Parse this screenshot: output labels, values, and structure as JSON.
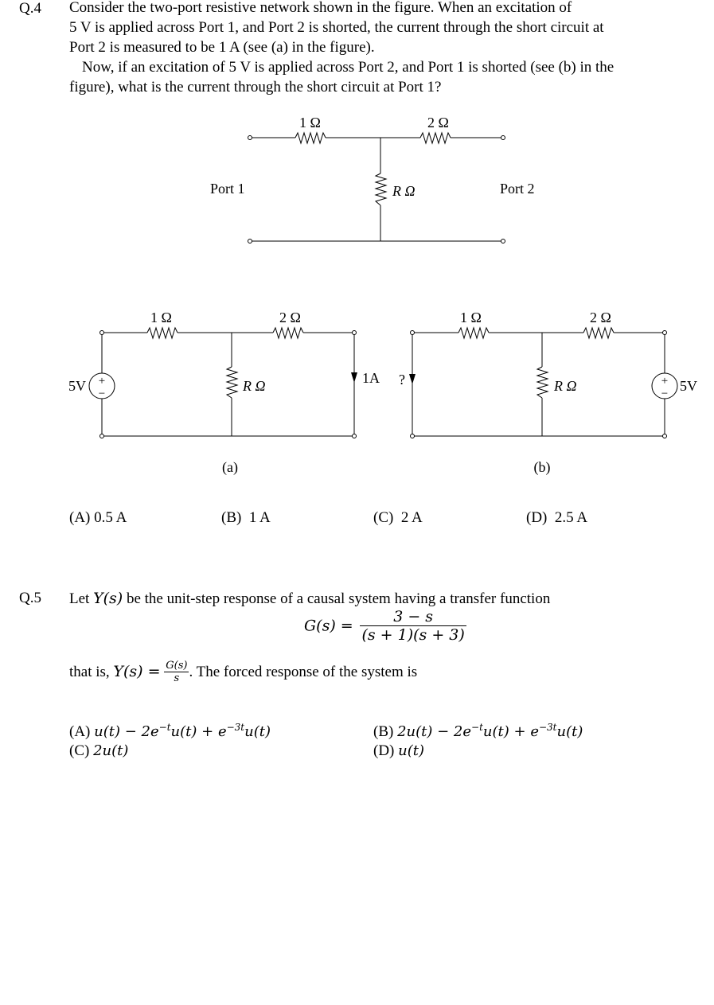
{
  "q4": {
    "number": "Q.4",
    "para1_line1": "Consider the two-port resistive network shown in the figure. When an excitation of",
    "para1_line2": "5 V is applied across Port 1, and Port 2 is shorted, the current through the short circuit at",
    "para1_line3": "Port 2 is measured to be 1 A (see (a) in the figure).",
    "para2_line1": "Now, if an excitation of 5 V is applied across Port 2, and Port 1 is shorted (see (b) in the",
    "para2_line2": "figure), what is the current through the short circuit at Port 1?",
    "figure_top": {
      "r1": "1 Ω",
      "r2": "2 Ω",
      "r3": "R Ω",
      "port1": "Port 1",
      "port2": "Port 2"
    },
    "figure_a": {
      "r1": "1 Ω",
      "r2": "2 Ω",
      "r3": "R Ω",
      "source": "5V",
      "plus": "+",
      "minus": "−",
      "current": "1A",
      "caption": "(a)"
    },
    "figure_b": {
      "r1": "1 Ω",
      "r2": "2 Ω",
      "r3": "R Ω",
      "source": "5V",
      "plus": "+",
      "minus": "−",
      "current": "?",
      "caption": "(b)"
    },
    "options": [
      {
        "label": "(A)",
        "text": "0.5 A"
      },
      {
        "label": "(B)",
        "text": "1 A"
      },
      {
        "label": "(C)",
        "text": "2 A"
      },
      {
        "label": "(D)",
        "text": "2.5 A"
      }
    ]
  },
  "q5": {
    "number": "Q.5",
    "intro_pre": "Let ",
    "intro_var": "Y(s)",
    "intro_post": " be the unit-step response of a causal system having a transfer function",
    "eq_lhs": "G(s) =",
    "eq_num": "3 − s",
    "eq_den": "(s + 1)(s + 3)",
    "that_pre": "that is, ",
    "that_var": "Y(s) =",
    "that_num": "G(s)",
    "that_den": "s",
    "that_post": ". The forced response of the system is",
    "options": {
      "a_label": "(A)",
      "a_p1": "u(t) − 2e",
      "a_s1": "−t",
      "a_p2": "u(t) + e",
      "a_s2": "−3t",
      "a_p3": "u(t)",
      "b_label": "(B)",
      "b_p1": "2u(t) − 2e",
      "b_s1": "−t",
      "b_p2": "u(t) + e",
      "b_s2": "−3t",
      "b_p3": "u(t)",
      "c_label": "(C)",
      "c_p1": "2u(t)",
      "d_label": "(D)",
      "d_p1": "u(t)"
    }
  }
}
